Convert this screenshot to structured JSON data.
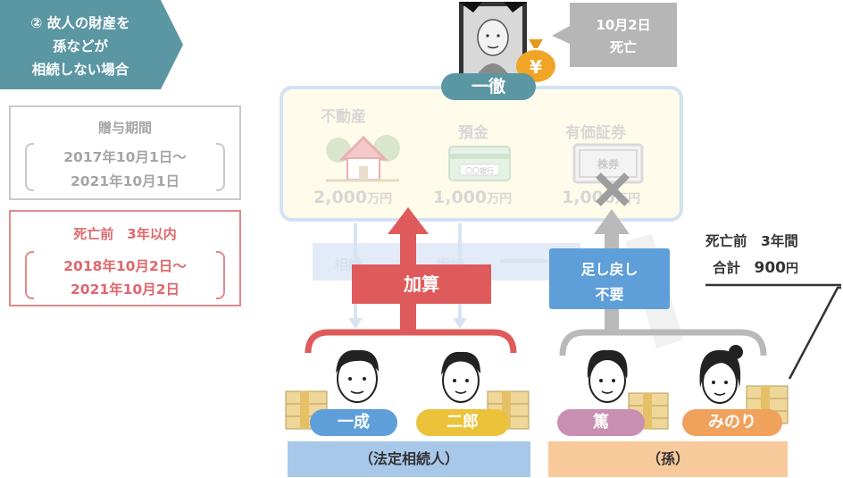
{
  "banner": {
    "line1": "② 故人の財産を",
    "line2": "孫などが",
    "line3": "相続しない場合"
  },
  "gift_period": {
    "title": "贈与期間",
    "line1": "2017年10月1日～",
    "line2": "2021年10月1日"
  },
  "before_death": {
    "title": "死亡前　3年以内",
    "line1": "2018年10月2日～",
    "line2": "2021年10月2日"
  },
  "deceased": {
    "name": "一徹",
    "death_line1": "10月2日",
    "death_line2": "死亡",
    "yen_symbol": "¥"
  },
  "estate": {
    "items": [
      {
        "label": "不動産",
        "amount_num": "2,000",
        "amount_unit": "万円",
        "icon": "house-icon"
      },
      {
        "label": "預金",
        "amount_num": "1,000",
        "amount_unit": "万円",
        "icon": "bankbook-icon",
        "icon_text": "〇〇銀行"
      },
      {
        "label": "有価証券",
        "amount_num": "1,000",
        "amount_unit": "万円",
        "icon": "stock-certificate-icon",
        "icon_text": "株券"
      }
    ]
  },
  "flow": {
    "inherit_left": "相続",
    "inherit_right": "相続",
    "add_label": "加算",
    "no_return_line1": "足し戻し",
    "no_return_line2": "不要"
  },
  "sum_note": {
    "line1": "死亡前　3年間",
    "line2_prefix": "合計　",
    "line2_amount": "900",
    "line2_unit": "円"
  },
  "heirs": [
    {
      "name": "一成",
      "color": "#5e9ed9"
    },
    {
      "name": "二郎",
      "color": "#ecc23a"
    }
  ],
  "grandchildren": [
    {
      "name": "篤",
      "color": "#c98fb3"
    },
    {
      "name": "みのり",
      "color": "#f0a15c"
    }
  ],
  "groups": {
    "legal_heirs": "（法定相続人）",
    "grandchildren": "（孫）"
  },
  "colors": {
    "banner": "#5b96a3",
    "add_arrow": "#df5b5b",
    "no_return": "#5e9ed9",
    "legal_group": "#a8c8ea",
    "grand_group": "#f8c99b"
  }
}
